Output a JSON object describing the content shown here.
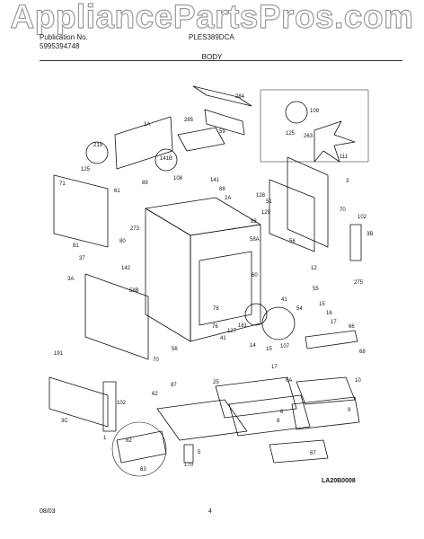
{
  "watermark": "AppliancePartsPros.com",
  "header": {
    "publication_label": "Publication No.",
    "publication_no": "5995394748",
    "model": "PLES389DCA",
    "section": "BODY"
  },
  "parts": [
    "1A",
    "284",
    "285",
    "59",
    "109",
    "125",
    "263",
    "111",
    "219",
    "125",
    "141B",
    "108",
    "141",
    "88",
    "89",
    "71",
    "61",
    "2A",
    "128",
    "129",
    "51",
    "83",
    "3",
    "70",
    "102",
    "3B",
    "273",
    "80",
    "37",
    "81",
    "56",
    "58A",
    "12",
    "275",
    "3A",
    "142",
    "58B",
    "55",
    "41",
    "60",
    "54",
    "15",
    "16",
    "17",
    "66",
    "78",
    "76",
    "127",
    "181",
    "41",
    "56",
    "70",
    "107",
    "14",
    "15",
    "17",
    "68",
    "191",
    "102",
    "3C",
    "62",
    "87",
    "25",
    "6A",
    "10",
    "9",
    "62",
    "63",
    "5",
    "170",
    "6",
    "8",
    "67",
    "1"
  ],
  "diagram_code": "LA20B0008",
  "footer": {
    "date": "08/03",
    "page": "4"
  },
  "colors": {
    "ink": "#111111",
    "watermark_outline": "#9a9a9a"
  }
}
